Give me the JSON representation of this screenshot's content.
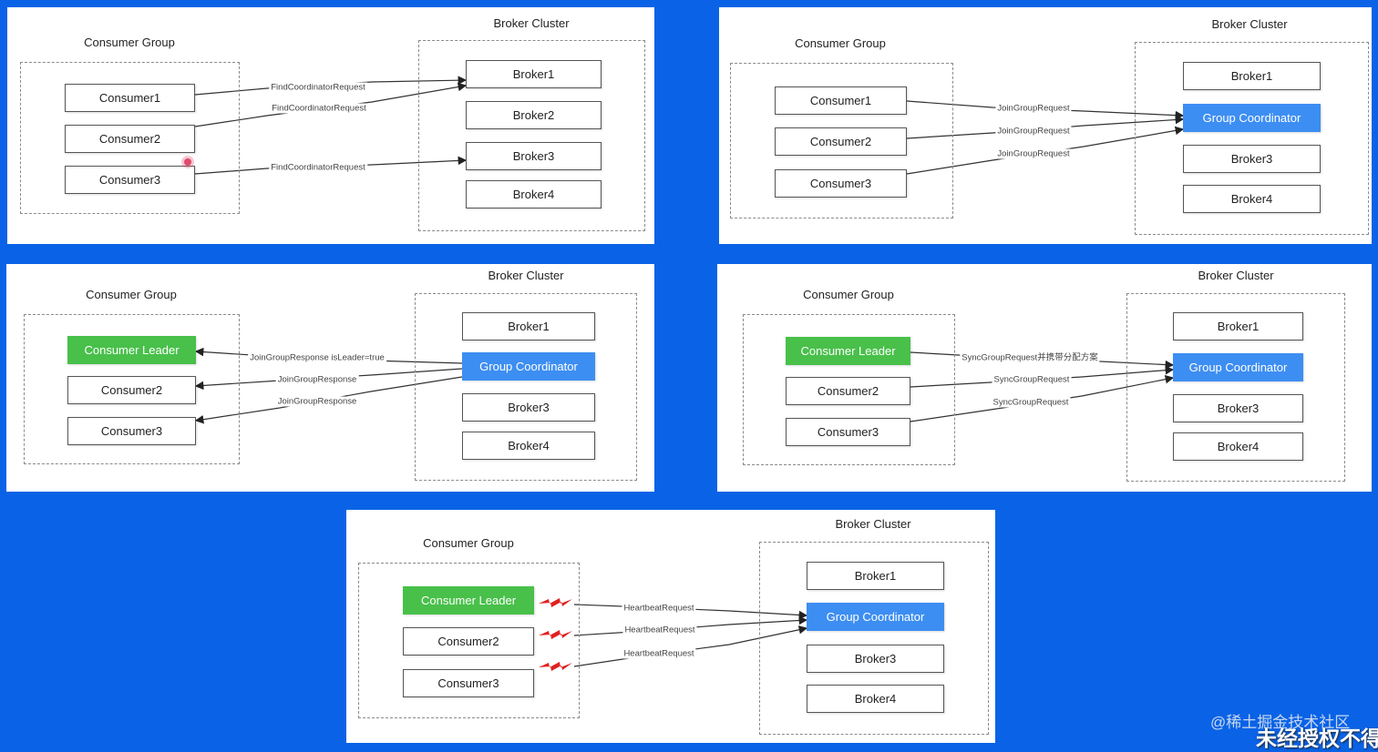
{
  "colors": {
    "background": "#0a63e6",
    "leader": "#48c04a",
    "coordinator": "#3d8ef2"
  },
  "common": {
    "consumer_group": "Consumer Group",
    "broker_cluster": "Broker Cluster",
    "consumer1": "Consumer1",
    "consumer2": "Consumer2",
    "consumer3": "Consumer3",
    "consumer_leader": "Consumer Leader",
    "broker1": "Broker1",
    "broker2": "Broker2",
    "broker3": "Broker3",
    "broker4": "Broker4",
    "group_coordinator": "Group Coordinator"
  },
  "step1": {
    "labels": [
      "FindCoordinatorRequest",
      "FindCoordinatorRequest",
      "FindCoordinatorRequest"
    ]
  },
  "step2": {
    "labels": [
      "JoinGroupRequest",
      "JoinGroupRequest",
      "JoinGroupRequest"
    ]
  },
  "step3": {
    "labels": [
      "JoinGroupResponse isLeader=true",
      "JoinGroupResponse",
      "JoinGroupResponse"
    ]
  },
  "step4": {
    "labels": [
      "SyncGroupRequest并携带分配方案",
      "SyncGroupRequest",
      "SyncGroupRequest"
    ]
  },
  "step5": {
    "labels": [
      "HeartbeatRequest",
      "HeartbeatRequest",
      "HeartbeatRequest"
    ],
    "icon": "lightning-bolt-icon"
  },
  "watermark": {
    "line1": "@稀土掘金技术社区",
    "line2": "未经授权不得"
  }
}
